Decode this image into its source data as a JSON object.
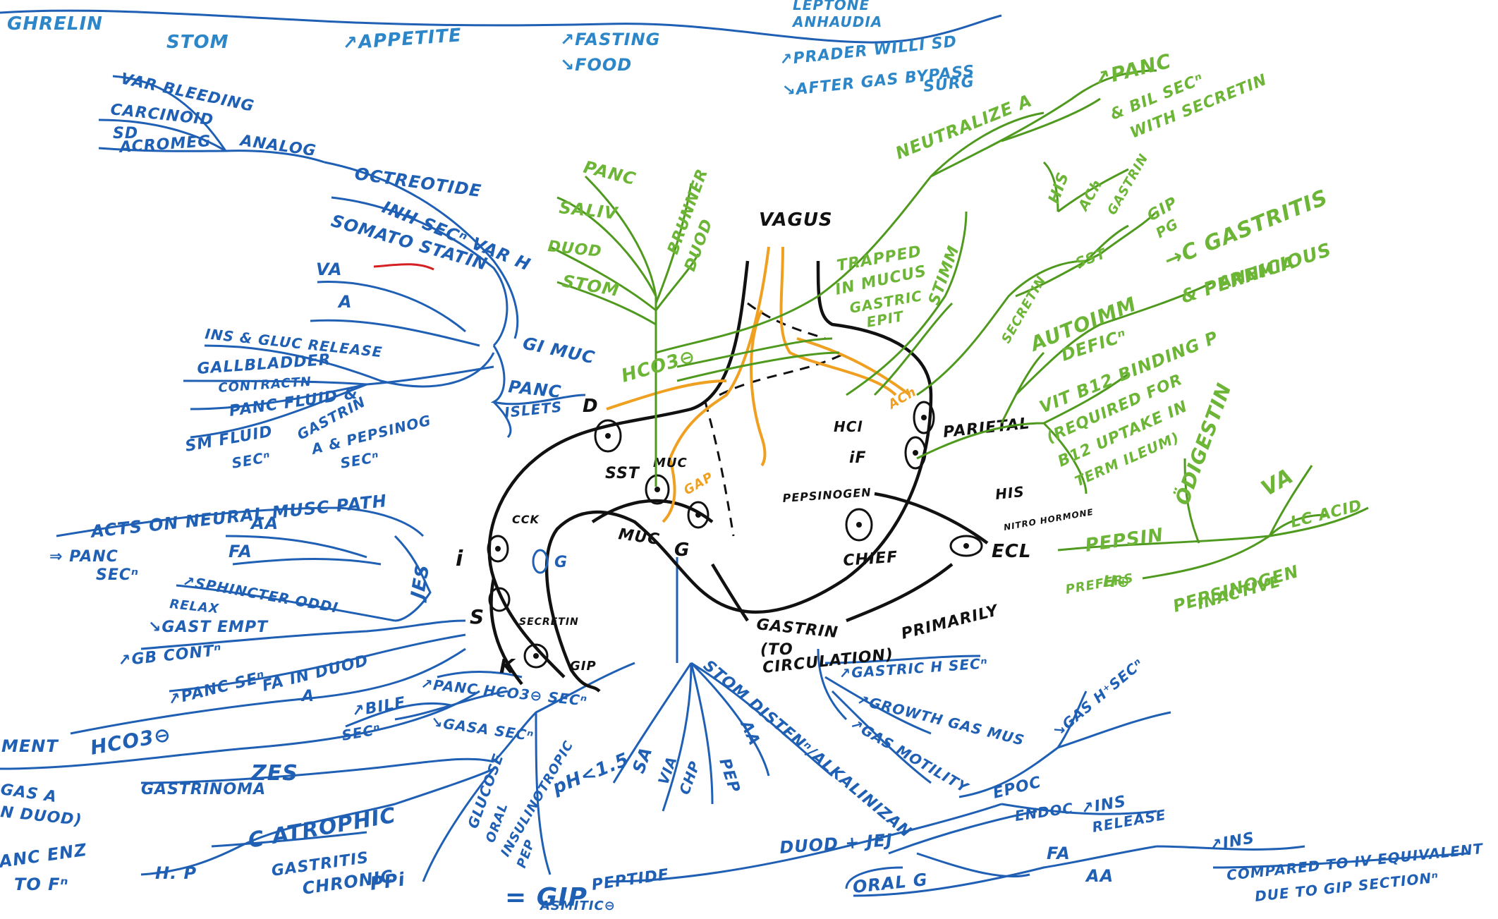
{
  "top": {
    "ghrelin": "GHRELIN",
    "stom": "STOM",
    "appetite": "↗APPETITE",
    "fasting": "↗FASTING",
    "food": "↘FOOD",
    "leptin": "LEPTONE",
    "anhedonia": "ANHAUDIA",
    "prader": "↗PRADER WILLI SD",
    "after_gastric": "↘AFTER GAS BYPASS",
    "surg": "SURG"
  },
  "somatostatin": {
    "var_bleeding": "VAR BLEEDING",
    "carcinoid": "CARCINOID",
    "sd": "SD",
    "acromeg": "ACROMEG",
    "analog": "ANALOG",
    "octreotide": "OCTREOTIDE",
    "inh_secn": "INH SECⁿ VAR H",
    "somatostatin": "SOMATO STATIN",
    "va": "VA",
    "a": "A",
    "ins_gluc": "INS & GLUC RELEASE",
    "gallbladder": "GALLBLADDER",
    "contraction": "CONTRACTN",
    "panc_fluid": "PANC FLUID &",
    "sm_fluid": "SM FLUID",
    "secn": "SECⁿ",
    "gastrin_pepsinog": "GASTRIN",
    "a_pepsinog": "A & PEPSINOG",
    "secn2": "SECⁿ",
    "gi_muc": "GI MUC",
    "panc": "PANC",
    "islets": "ISLETS",
    "d_cell": "D"
  },
  "ach_path": {
    "title": "ACTS ON NEURAL MUSC PATH",
    "panc_secn": "⇒ PANC",
    "secn": "SECⁿ",
    "aa": "AA",
    "fa": "FA",
    "jes": "JES",
    "i": "i",
    "sphincter": "↗SPHINCTER ODDI",
    "relax": "RELAX",
    "gast_empt": "↘GAST EMPT",
    "gb_cont": "↗GB CONTⁿ",
    "panc_sec": "↗PANC SEⁿ",
    "fa_duod": "FA IN DUOD",
    "a": "A",
    "hco3": "HCO3⊖",
    "s": "S",
    "k": "K",
    "panc_hco3": "↗PANC HCO3⊖ SECⁿ",
    "bile_secn": "↗BILE",
    "gasa_secn": "↘GASA SECⁿ"
  },
  "bottom_left": {
    "ment": "MENT",
    "gas_a": "GAS A",
    "in_duod": "N DUOD)",
    "panc_en": "ANC ENZ",
    "to_fn": "TO Fⁿ",
    "gastrinoma": "GASTRINOMA",
    "zes": "ZES",
    "hp": "H. P",
    "c_atrophic": "C ATROPHIC",
    "gastritis": "GASTRITIS",
    "chronic": "CHRONIC",
    "ppi": "PPi",
    "ph": "pH<1.5",
    "sa": "SA",
    "via": "VIA",
    "chp": "CHP",
    "pep": "PEP",
    "aa": "AA",
    "stom_disten": "STOM DISTENⁿ/ALKALINIZAN",
    "glucose": "GLUCOSE",
    "oral": "ORAL",
    "insulinotropic": "INSULINOTROPIC",
    "pep2": "PEP",
    "gip": "= GIP",
    "peptide": "PEPTIDE",
    "gastric_inh": "ASMITIC⊖"
  },
  "gastrin": {
    "gastrin": "GASTRIN",
    "to_circ": "(TO",
    "circulation": "CIRCULATION)",
    "primarily": "PRIMARILY",
    "gastric_h": "↗GASTRIC H SECⁿ",
    "growth": "↗GROWTH GAS MUS",
    "motility": "↗GAS MOTILITY",
    "gas_h_secn": "↘GAS H⁺SECⁿ",
    "epoc": "EPOC",
    "endoc": "ENDOC",
    "ins": "↗INS",
    "release": "RELEASE",
    "duod_jej": "DUOD + JEJ",
    "fa": "FA",
    "aa": "AA",
    "oral_g": "ORAL G",
    "ins2": "↗INS",
    "compared": "COMPARED TO IV EQUIVALENT",
    "due_to": "DUE TO GIP SECTIONⁿ"
  },
  "stomach": {
    "vagus": "VAGUS",
    "sst": "SST",
    "muc": "MUC",
    "muc2": "MUC",
    "g": "G",
    "gap": "GAP",
    "ach": "ACh",
    "hcl": "HCl",
    "if": "iF",
    "parietal": "PARIETAL",
    "pepsinogen": "PEPSINOGEN",
    "chief": "CHIEF",
    "his": "HIS",
    "ecl": "ECL",
    "nitro": "NITRO HORMONE",
    "cck": "CCK",
    "g_cell": "G",
    "secretin": "SECRETIN",
    "gip_cell": "GIP",
    "hco3": "HCO3⊖",
    "d": "D"
  },
  "green": {
    "panc": "PANC",
    "saliv": "SALIV",
    "duod": "DUOD",
    "stom": "STOM",
    "brunner": "BRUNNER",
    "duod2": "DUOD",
    "neutralize": "NEUTRALIZE A",
    "panc2": "↗PANC",
    "bil_secn": "& BIL SECⁿ",
    "with_secretin": "WITH SECRETIN",
    "trapped": "TRAPPED",
    "in_mucus": "IN MUCUS",
    "gastric": "GASTRIC",
    "epit": "EPIT",
    "stimm": "STIMM",
    "his": "HIS",
    "ach": "ACh",
    "gastrin": "GASTRIN",
    "sst": "SST",
    "gip": "GIP",
    "pg": "PG",
    "secretin": "SECRETIN",
    "autoimm": "AUTOIMM",
    "c_gastritis": "→C GASTRITIS",
    "pernicious": "& PERNICIOUS",
    "anemia": "ANEMIA",
    "deficit": "DEFICⁿ",
    "vit_b12": "VIT B12 BINDING P",
    "required": "(REQUIRED FOR",
    "b12_uptake": "B12 UPTAKE IN",
    "term_ileum": "TERM ILEUM)",
    "odigestin": "ÖDIGESTIN",
    "va": "VA",
    "lc_acid": "LC ACID",
    "pepsin": "PEPSIN",
    "prefer": "PREFERS",
    "hplus": "H⊕",
    "pepsinogen": "PEPSINOGEN",
    "inactive": "INACTIVE",
    "arrow_up": "↗"
  },
  "colors": {
    "blue": "#1f5fb4",
    "light_blue": "#2c86c8",
    "green": "#4f9a1e",
    "black": "#111111",
    "orange": "#f0a020",
    "red": "#d42020"
  }
}
